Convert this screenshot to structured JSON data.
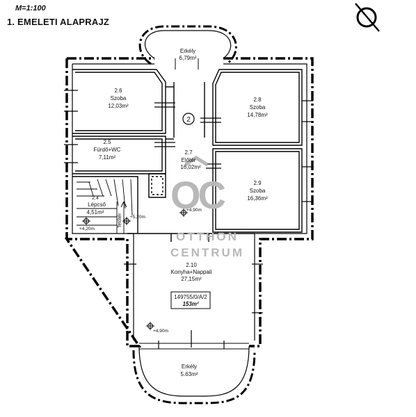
{
  "header": {
    "scale": "M=1:100",
    "title": "1. EMELETI ALAPRAJZ"
  },
  "rooms": [
    {
      "id": "erkely-top",
      "number": "",
      "name": "Erkély",
      "area": "6,79m²"
    },
    {
      "id": "szoba-26",
      "number": "2.6",
      "name": "Szoba",
      "area": "12,03m²"
    },
    {
      "id": "szoba-28",
      "number": "2.8",
      "name": "Szoba",
      "area": "14,78m²"
    },
    {
      "id": "furdo-25",
      "number": "2.5",
      "name": "Fürdő+WC",
      "area": "7,11m²"
    },
    {
      "id": "eloter-27",
      "number": "2.7",
      "name": "Előtér",
      "area": "16,02m²"
    },
    {
      "id": "szoba-29",
      "number": "2.9",
      "name": "Szoba",
      "area": "16,36m²"
    },
    {
      "id": "lepcso-24",
      "number": "2.4",
      "name": "Lépcső",
      "area": "4,51m²"
    },
    {
      "id": "konyha-210",
      "number": "2.10",
      "name": "Konyha+Nappali",
      "area": "27,15m²"
    },
    {
      "id": "erkely-bottom",
      "number": "",
      "name": "Erkély",
      "area": "5.63m²"
    }
  ],
  "level_marks": {
    "stair_top": "+5,20m",
    "stair_bottom": "+4,20m",
    "hall": "+4,90m",
    "kitchen": "+4,90m"
  },
  "stair_label": "Tetőtér",
  "section_mark": "2",
  "ref_box": {
    "code": "149755/0/A/2",
    "area": "153m²"
  },
  "watermark": {
    "monogram": "OC",
    "line1": "OTTHON",
    "line2": "CENTRUM"
  },
  "icons": {
    "compass": "north-arrow-icon",
    "level": "level-marker-icon"
  },
  "colors": {
    "wall": "#000000",
    "watermark": "#b8b8b8"
  }
}
